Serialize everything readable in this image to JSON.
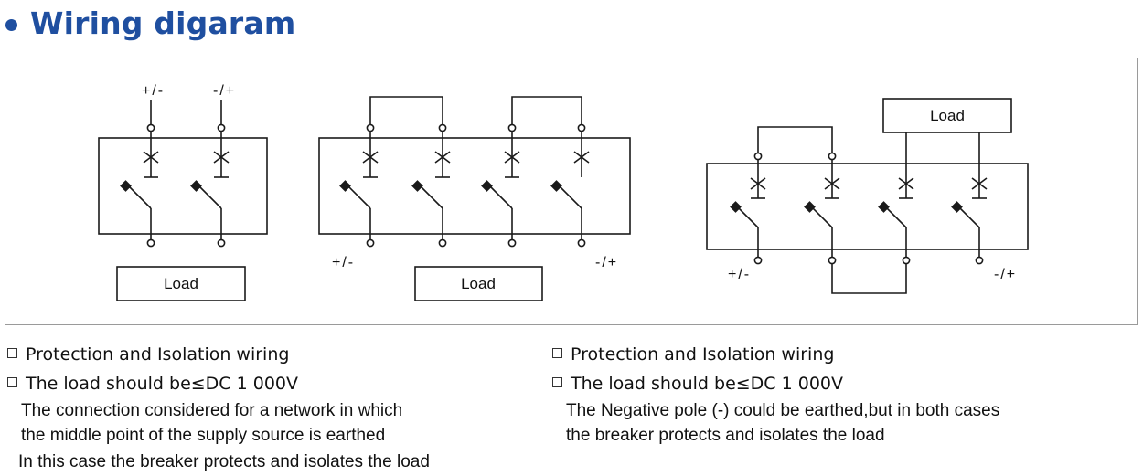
{
  "header": {
    "title": "Wiring digaram"
  },
  "diagram": {
    "left": {
      "top_left_label": "+/-",
      "top_right_label": "-/+",
      "load_label": "Load"
    },
    "middle": {
      "bottom_left_label": "+/-",
      "bottom_right_label": "-/+",
      "load_label": "Load"
    },
    "right": {
      "bottom_left_label": "+/-",
      "bottom_right_label": "-/+",
      "load_label": "Load"
    }
  },
  "notes_left": {
    "bullet_1": "Protection and Isolation wiring",
    "bullet_2": "The load should be≤DC 1 000V",
    "line_1": "The connection considered for a network in which",
    "line_2": "the middle point of the supply source is earthed",
    "line_3": "In this case the breaker protects and isolates the load"
  },
  "notes_right": {
    "bullet_1": "Protection and Isolation wiring",
    "bullet_2": "The load should be≤DC 1 000V",
    "line_1": "The Negative pole (-) could be earthed,but in both cases",
    "line_2": "the  breaker protects and isolates the load"
  },
  "colors": {
    "title": "#1f4fa0",
    "frame": "#9a9a9a",
    "lines": "#1a1a1a"
  }
}
